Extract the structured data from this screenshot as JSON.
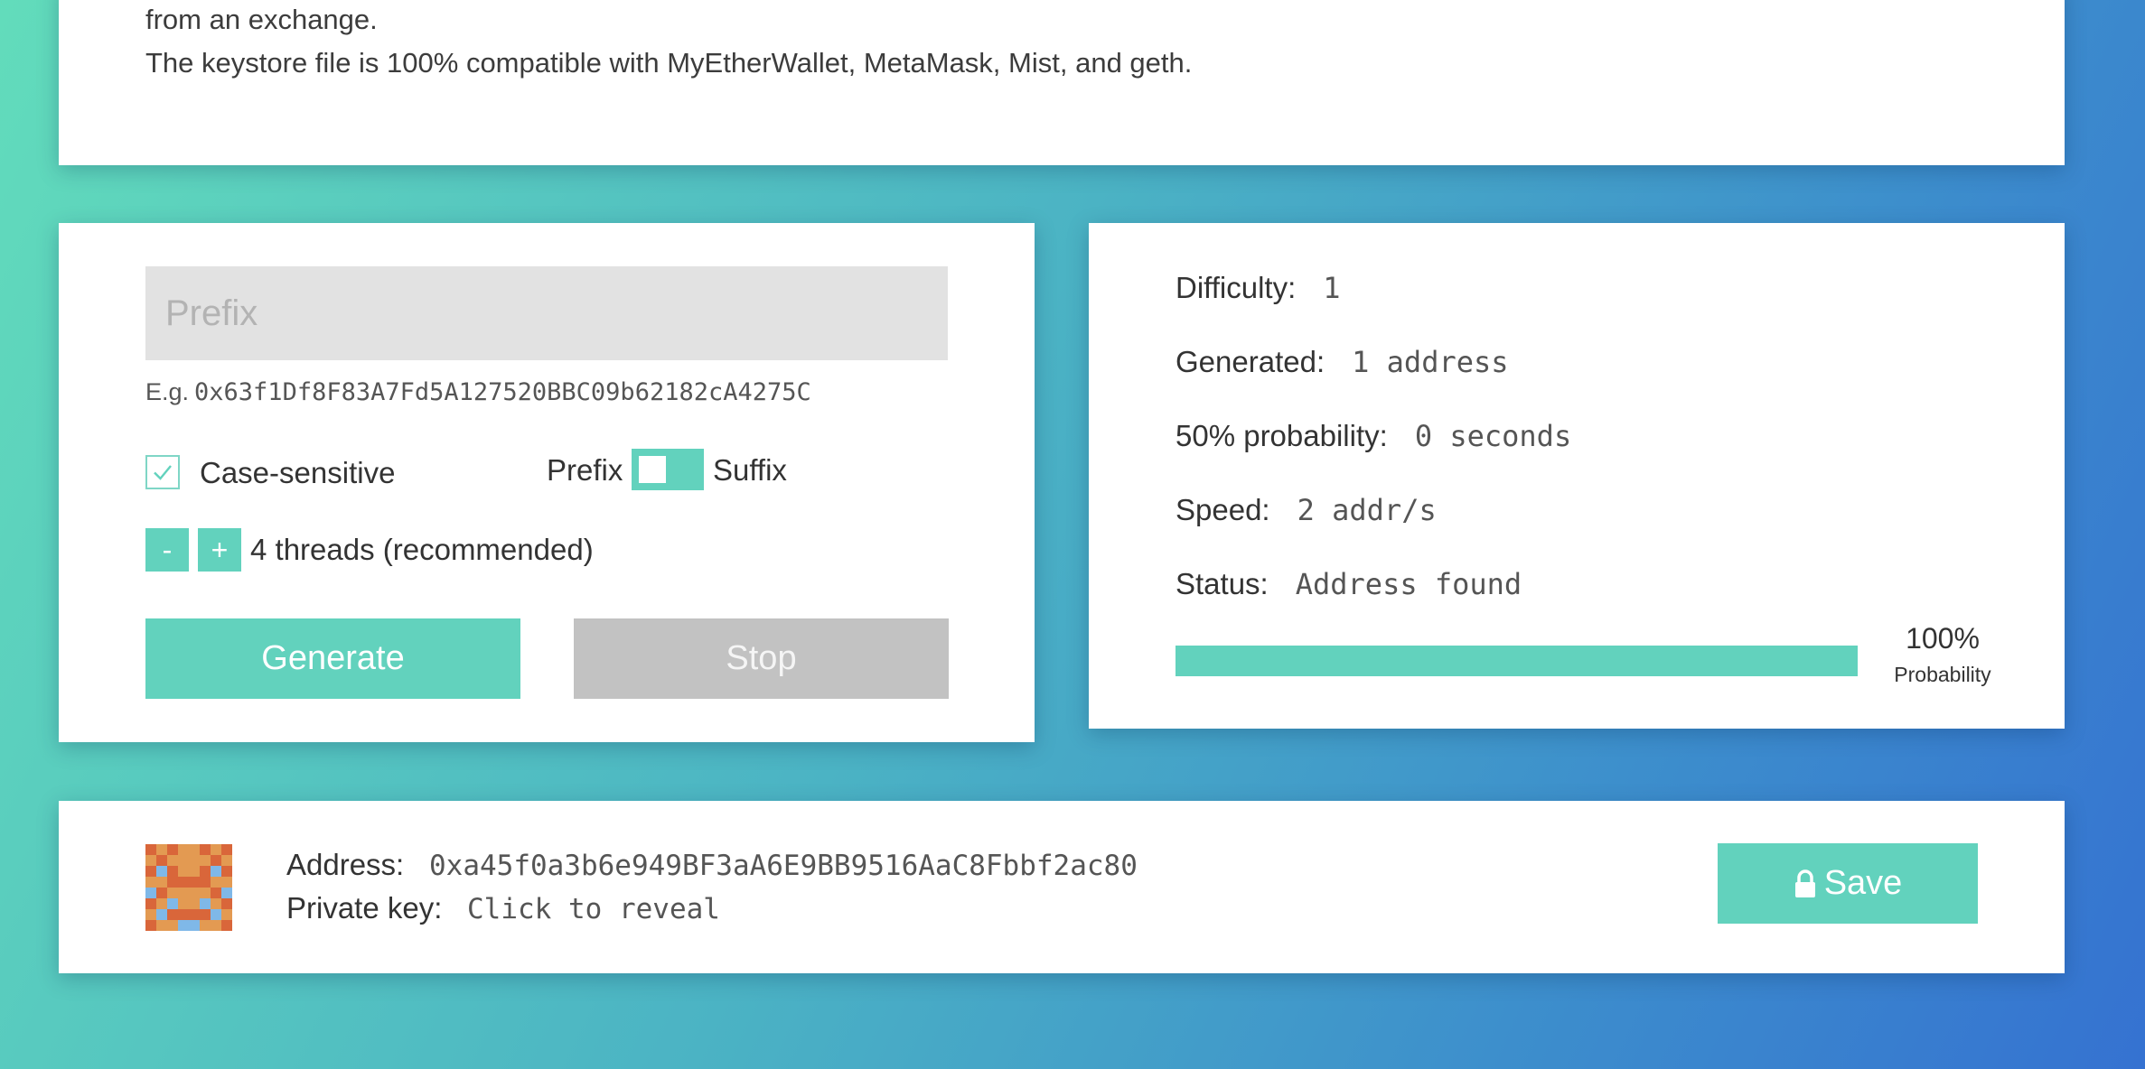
{
  "intro": {
    "line1": "from an exchange.",
    "line2": "The keystore file is 100% compatible with MyEtherWallet, MetaMask, Mist, and geth."
  },
  "form": {
    "input_placeholder": "Prefix",
    "input_value": "",
    "example_label": "E.g.",
    "example_address": "0x63f1Df8F83A7Fd5A127520BBC09b62182cA4275C",
    "case_sensitive_label": "Case-sensitive",
    "case_sensitive_checked": true,
    "toggle_left_label": "Prefix",
    "toggle_right_label": "Suffix",
    "threads_minus": "-",
    "threads_plus": "+",
    "threads_text": "4 threads (recommended)",
    "generate_label": "Generate",
    "stop_label": "Stop"
  },
  "stats": {
    "difficulty_label": "Difficulty:",
    "difficulty_value": "1",
    "generated_label": "Generated:",
    "generated_value": "1 address",
    "probability50_label": "50% probability:",
    "probability50_value": "0 seconds",
    "speed_label": "Speed:",
    "speed_value": "2 addr/s",
    "status_label": "Status:",
    "status_value": "Address found",
    "progress_percent": "100%",
    "progress_caption": "Probability",
    "progress_fraction": 1.0
  },
  "result": {
    "address_label": "Address:",
    "address_value": "0xa45f0a3b6e949BF3aA6E9BB9516AaC8Fbbf2ac80",
    "private_key_label": "Private key:",
    "private_key_value": "Click to reveal",
    "save_label": "Save",
    "save_icon": "lock-icon"
  },
  "colors": {
    "accent": "#62d2bd",
    "disabled_button": "#c2c2c2",
    "input_background": "#e2e2e2",
    "background_gradient_start": "#62dcbb",
    "background_gradient_end": "#3572d1"
  }
}
